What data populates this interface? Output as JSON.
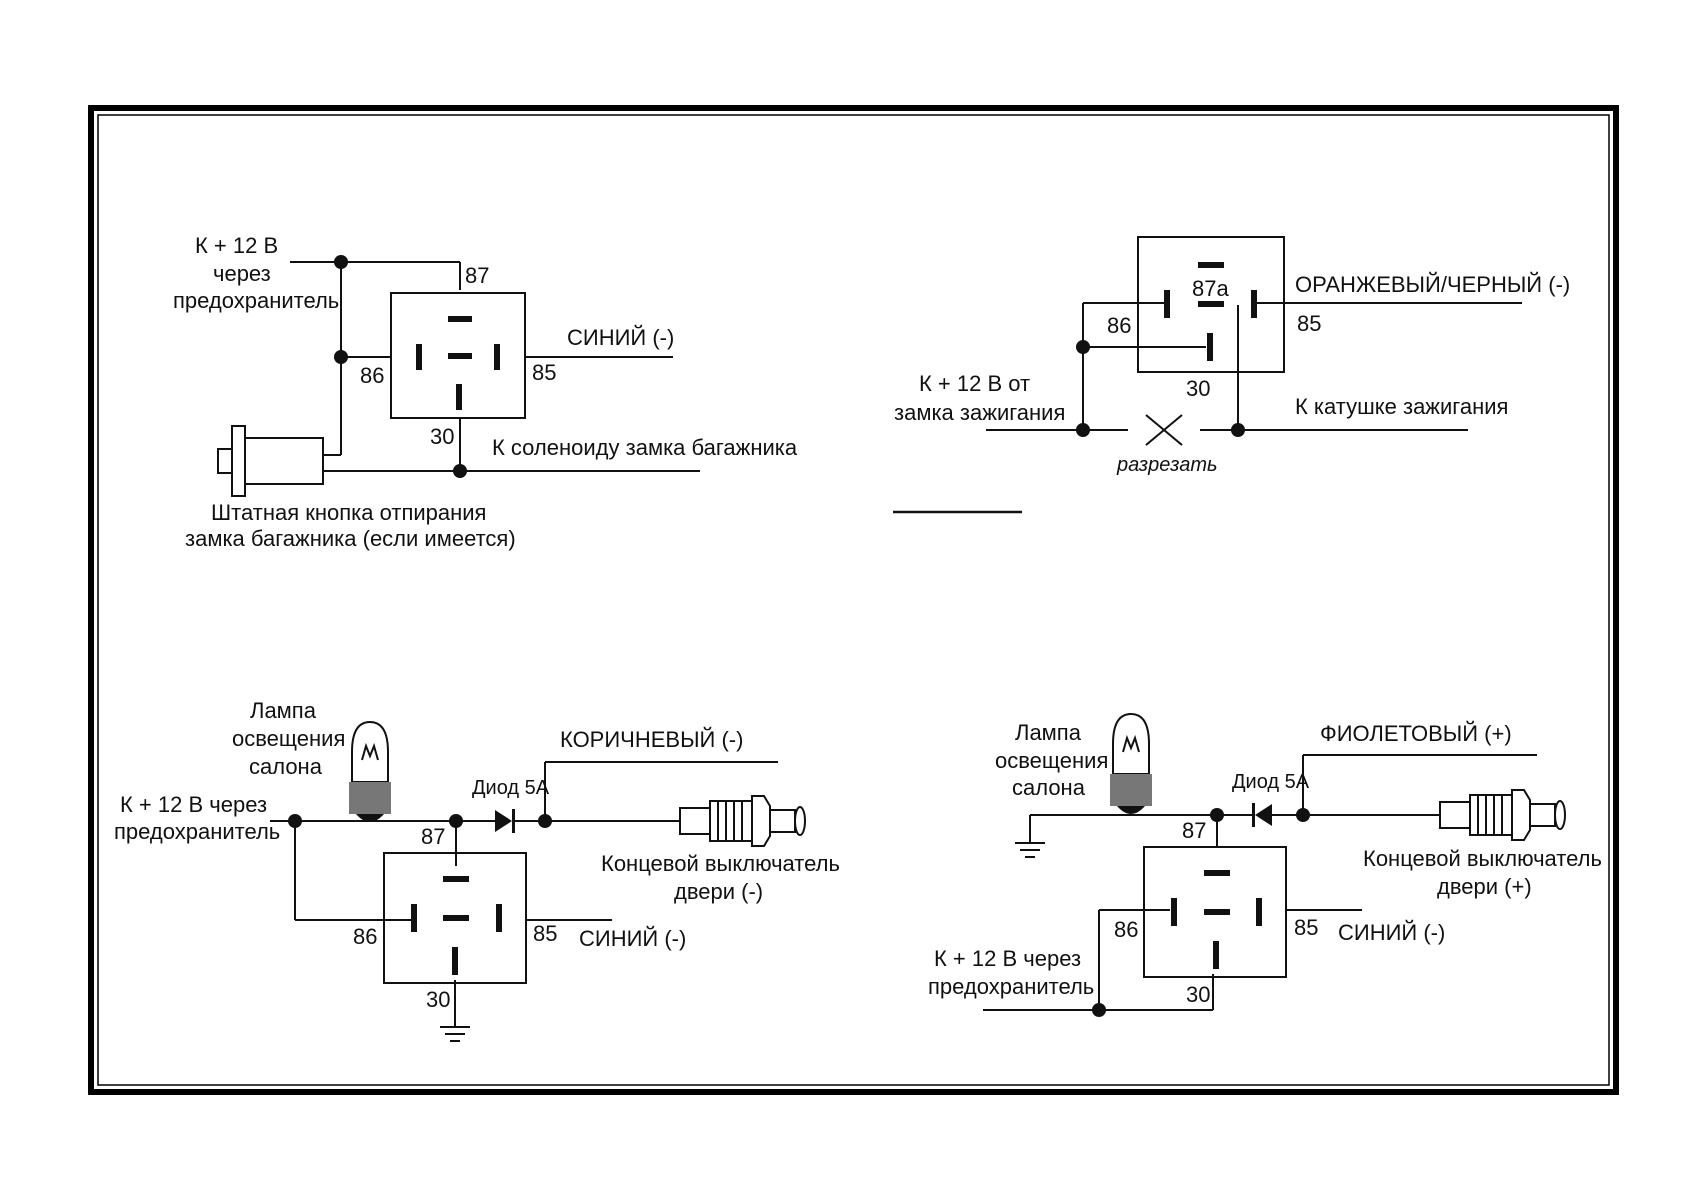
{
  "diagram_trunk": {
    "supply_line1": "К + 12 В",
    "supply_line2": "через",
    "supply_line3": "предохранитель",
    "pin87": "87",
    "pin86": "86",
    "pin85": "85",
    "pin30": "30",
    "wire85": "СИНИЙ (-)",
    "wire30": "К соленоиду замка багажника",
    "button_line1": "Штатная кнопка отпирания",
    "button_line2": "замка багажника (если имеется)"
  },
  "diagram_ignition": {
    "pin87a": "87a",
    "pin86": "86",
    "pin85": "85",
    "pin30": "30",
    "wire85": "ОРАНЖЕВЫЙ/ЧЕРНЫЙ (-)",
    "supply_line1": "К + 12 В от",
    "supply_line2": "замка зажигания",
    "coil": "К катушке зажигания",
    "cut": "разрезать"
  },
  "diagram_lamp_neg": {
    "lamp_line1": "Лампа",
    "lamp_line2": "освещения",
    "lamp_line3": "салона",
    "supply_line1": "К + 12 В через",
    "supply_line2": "предохранитель",
    "diode": "Диод 5А",
    "wire_brown": "КОРИЧНЕВЫЙ (-)",
    "switch_line1": "Концевой выключатель",
    "switch_line2": "двери (-)",
    "pin87": "87",
    "pin86": "86",
    "pin85": "85",
    "pin30": "30",
    "wire85": "СИНИЙ (-)"
  },
  "diagram_lamp_pos": {
    "lamp_line1": "Лампа",
    "lamp_line2": "освещения",
    "lamp_line3": "салона",
    "diode": "Диод 5А",
    "wire_violet": "ФИОЛЕТОВЫЙ (+)",
    "switch_line1": "Концевой выключатель",
    "switch_line2": "двери (+)",
    "pin87": "87",
    "pin86": "86",
    "pin85": "85",
    "pin30": "30",
    "wire85": "СИНИЙ (-)",
    "supply_line1": "К + 12 В через",
    "supply_line2": "предохранитель"
  }
}
